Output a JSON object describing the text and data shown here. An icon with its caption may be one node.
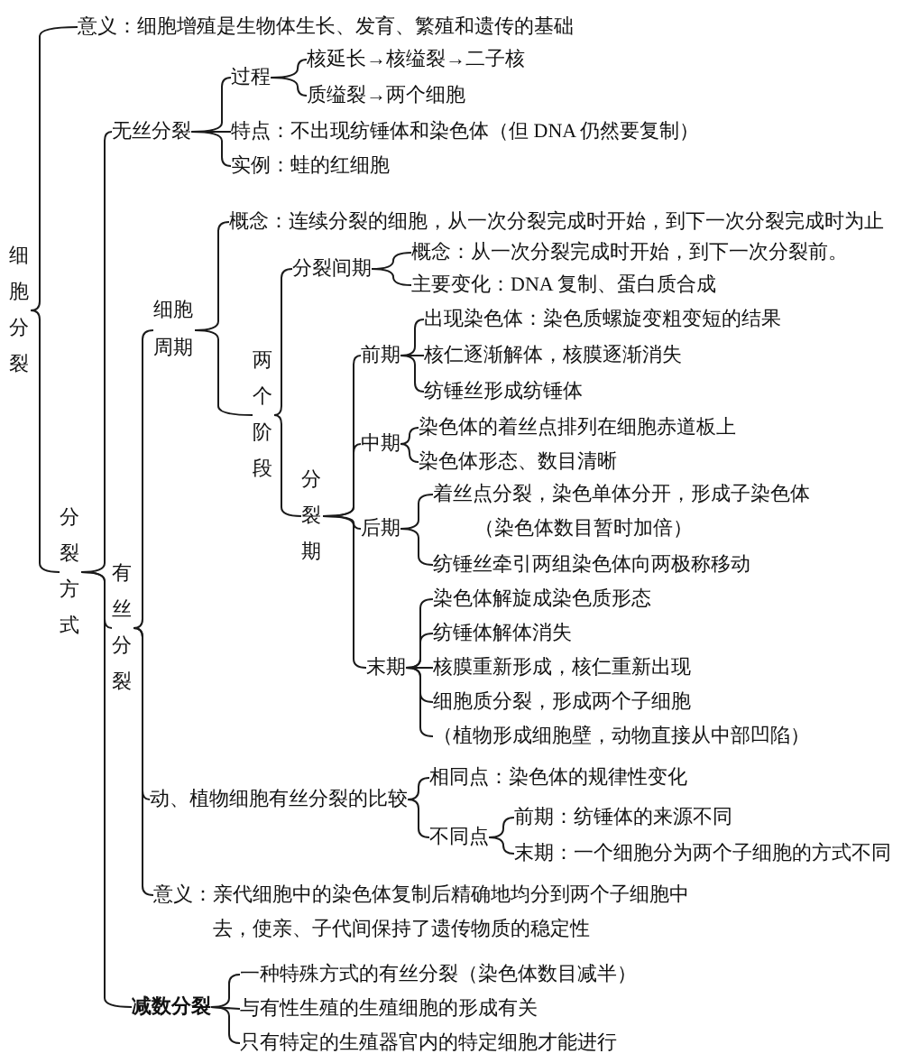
{
  "diagram": {
    "nodes": [
      {
        "text": [
          "细胞分裂"
        ]
      },
      {
        "text": [
          "意义：细胞增殖是生物体生长、发育、繁殖和遗传的基础"
        ]
      },
      {
        "text": [
          "分裂方式"
        ]
      },
      {
        "text": [
          "无丝分裂"
        ]
      },
      {
        "text": [
          "过程"
        ]
      },
      {
        "text": [
          "核延长→核缢裂→二子核"
        ]
      },
      {
        "text": [
          "质缢裂→两个细胞"
        ]
      },
      {
        "text": [
          "特点：不出现纺锤体和染色体（但 DNA 仍然要复制）"
        ]
      },
      {
        "text": [
          "实例：蛙的红细胞"
        ]
      },
      {
        "text": [
          "有丝分裂"
        ]
      },
      {
        "text": [
          "细胞周期"
        ]
      },
      {
        "text": [
          "概念：连续分裂的细胞，从一次分裂完成时开始，到下一次分裂完成时为止"
        ]
      },
      {
        "text": [
          "两个阶段"
        ]
      },
      {
        "text": [
          "分裂间期"
        ]
      },
      {
        "text": [
          "概念：从一次分裂完成时开始，到下一次分裂前。"
        ]
      },
      {
        "text": [
          "主要变化：DNA 复制、蛋白质合成"
        ]
      },
      {
        "text": [
          "分裂期"
        ]
      },
      {
        "text": [
          "前期"
        ]
      },
      {
        "text": [
          "出现染色体：染色质螺旋变粗变短的结果"
        ]
      },
      {
        "text": [
          "核仁逐渐解体，核膜逐渐消失"
        ]
      },
      {
        "text": [
          "纺锤丝形成纺锤体"
        ]
      },
      {
        "text": [
          "中期"
        ]
      },
      {
        "text": [
          "染色体的着丝点排列在细胞赤道板上"
        ]
      },
      {
        "text": [
          "染色体形态、数目清晰"
        ]
      },
      {
        "text": [
          "后期"
        ]
      },
      {
        "text": [
          "着丝点分裂，染色单体分开，形成子染色体（染色体数目暂时加倍）"
        ]
      },
      {
        "text": [
          "纺锤丝牵引两组染色体向两极称移动"
        ]
      },
      {
        "text": [
          "末期"
        ]
      },
      {
        "text": [
          "染色体解旋成染色质形态"
        ]
      },
      {
        "text": [
          "纺锤体解体消失"
        ]
      },
      {
        "text": [
          "核膜重新形成，核仁重新出现"
        ]
      },
      {
        "text": [
          "细胞质分裂，形成两个子细胞"
        ]
      },
      {
        "text": [
          "（植物形成细胞壁，动物直接从中部凹陷）"
        ]
      },
      {
        "text": [
          "动、植物细胞有丝分裂的比较"
        ]
      },
      {
        "text": [
          "相同点：染色体的规律性变化"
        ]
      },
      {
        "text": [
          "不同点"
        ]
      },
      {
        "text": [
          "前期：纺锤体的来源不同"
        ]
      },
      {
        "text": [
          "末期：一个细胞分为两个子细胞的方式不同"
        ]
      },
      {
        "text": [
          "意义：亲代细胞中的染色体复制后精确地均分到两个子细胞中去，使亲、子代间保持了遗传物质的稳定性"
        ]
      },
      {
        "text": [
          "减数分裂"
        ]
      },
      {
        "text": [
          "一种特殊方式的有丝分裂（染色体数目减半）"
        ]
      },
      {
        "text": [
          "与有性生殖的生殖细胞的形成有关"
        ]
      },
      {
        "text": [
          "只有特定的生殖器官内的特定细胞才能进行"
        ]
      }
    ],
    "edges": [
      {
        "from": 0,
        "to": 1,
        "arrow": "none"
      },
      {
        "from": 0,
        "to": 2,
        "arrow": "none"
      },
      {
        "from": 2,
        "to": 3,
        "arrow": "none"
      },
      {
        "from": 3,
        "to": 4,
        "arrow": "none"
      },
      {
        "from": 4,
        "to": 5,
        "arrow": "none"
      },
      {
        "from": 4,
        "to": 6,
        "arrow": "none"
      },
      {
        "from": 3,
        "to": 7,
        "arrow": "none"
      },
      {
        "from": 3,
        "to": 8,
        "arrow": "none"
      },
      {
        "from": 2,
        "to": 9,
        "arrow": "none"
      },
      {
        "from": 9,
        "to": 10,
        "arrow": "none"
      },
      {
        "from": 10,
        "to": 11,
        "arrow": "none"
      },
      {
        "from": 10,
        "to": 12,
        "arrow": "none"
      },
      {
        "from": 12,
        "to": 13,
        "arrow": "none"
      },
      {
        "from": 13,
        "to": 14,
        "arrow": "none"
      },
      {
        "from": 13,
        "to": 15,
        "arrow": "none"
      },
      {
        "from": 12,
        "to": 16,
        "arrow": "none"
      },
      {
        "from": 16,
        "to": 17,
        "arrow": "none"
      },
      {
        "from": 17,
        "to": 18,
        "arrow": "none"
      },
      {
        "from": 17,
        "to": 19,
        "arrow": "none"
      },
      {
        "from": 17,
        "to": 20,
        "arrow": "none"
      },
      {
        "from": 16,
        "to": 21,
        "arrow": "none"
      },
      {
        "from": 21,
        "to": 22,
        "arrow": "none"
      },
      {
        "from": 21,
        "to": 23,
        "arrow": "none"
      },
      {
        "from": 16,
        "to": 24,
        "arrow": "none"
      },
      {
        "from": 24,
        "to": 25,
        "arrow": "none"
      },
      {
        "from": 24,
        "to": 26,
        "arrow": "none"
      },
      {
        "from": 16,
        "to": 27,
        "arrow": "none"
      },
      {
        "from": 27,
        "to": 28,
        "arrow": "none"
      },
      {
        "from": 27,
        "to": 29,
        "arrow": "none"
      },
      {
        "from": 27,
        "to": 30,
        "arrow": "none"
      },
      {
        "from": 27,
        "to": 31,
        "arrow": "none"
      },
      {
        "from": 27,
        "to": 32,
        "arrow": "none"
      },
      {
        "from": 9,
        "to": 33,
        "arrow": "none"
      },
      {
        "from": 33,
        "to": 34,
        "arrow": "none"
      },
      {
        "from": 33,
        "to": 35,
        "arrow": "none"
      },
      {
        "from": 35,
        "to": 36,
        "arrow": "none"
      },
      {
        "from": 35,
        "to": 37,
        "arrow": "none"
      },
      {
        "from": 9,
        "to": 38,
        "arrow": "none"
      },
      {
        "from": 2,
        "to": 39,
        "arrow": "none"
      },
      {
        "from": 39,
        "to": 40,
        "arrow": "none"
      },
      {
        "from": 39,
        "to": 41,
        "arrow": "none"
      },
      {
        "from": 39,
        "to": 42,
        "arrow": "none"
      }
    ]
  }
}
